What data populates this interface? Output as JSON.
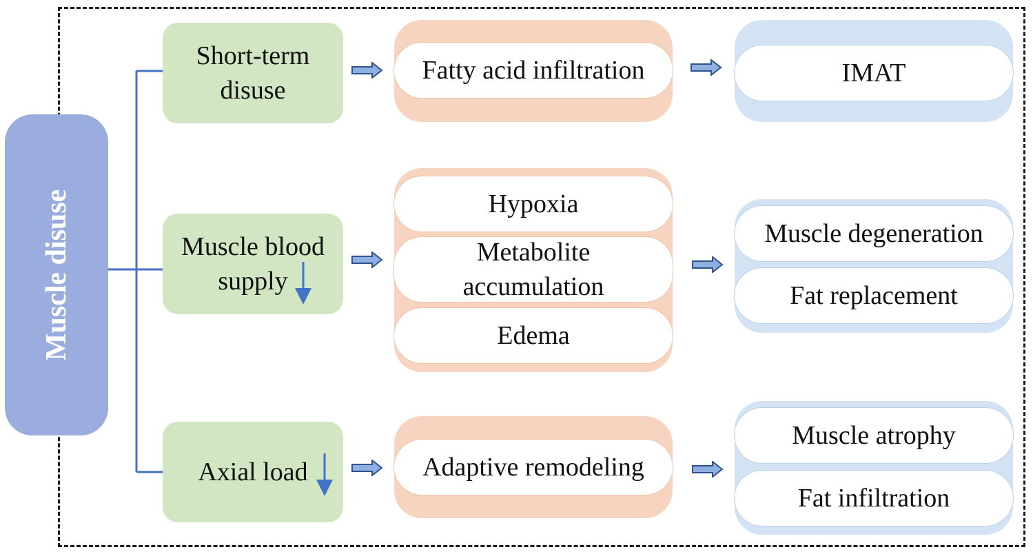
{
  "root": {
    "label": "Muscle disuse"
  },
  "causes": [
    {
      "line1": "Short-term",
      "line2": "disuse"
    },
    {
      "line1": "Muscle blood",
      "line2": "supply"
    },
    {
      "line1": "Axial load"
    }
  ],
  "mechanisms": {
    "row1": [
      "Fatty acid infiltration"
    ],
    "row2": [
      "Hypoxia",
      "Metabolite accumulation",
      "Edema"
    ],
    "row3": [
      "Adaptive remodeling"
    ]
  },
  "outcomes": {
    "row1": [
      "IMAT"
    ],
    "row2": [
      "Muscle degeneration",
      "Fat replacement"
    ],
    "row3": [
      "Muscle atrophy",
      "Fat infiltration"
    ]
  },
  "colors": {
    "root_fill": "#9badde",
    "cause_fill": "#d3e6c4",
    "mechanism_fill": "#f7d4c0",
    "outcome_fill": "#d3e3f4",
    "connector": "#4472c4",
    "arrow_fill": "#8fb0e0",
    "arrow_stroke": "#2f528f"
  },
  "icons": {
    "flow_arrow": "block-right-arrow-icon",
    "decrease": "down-arrow-icon"
  }
}
